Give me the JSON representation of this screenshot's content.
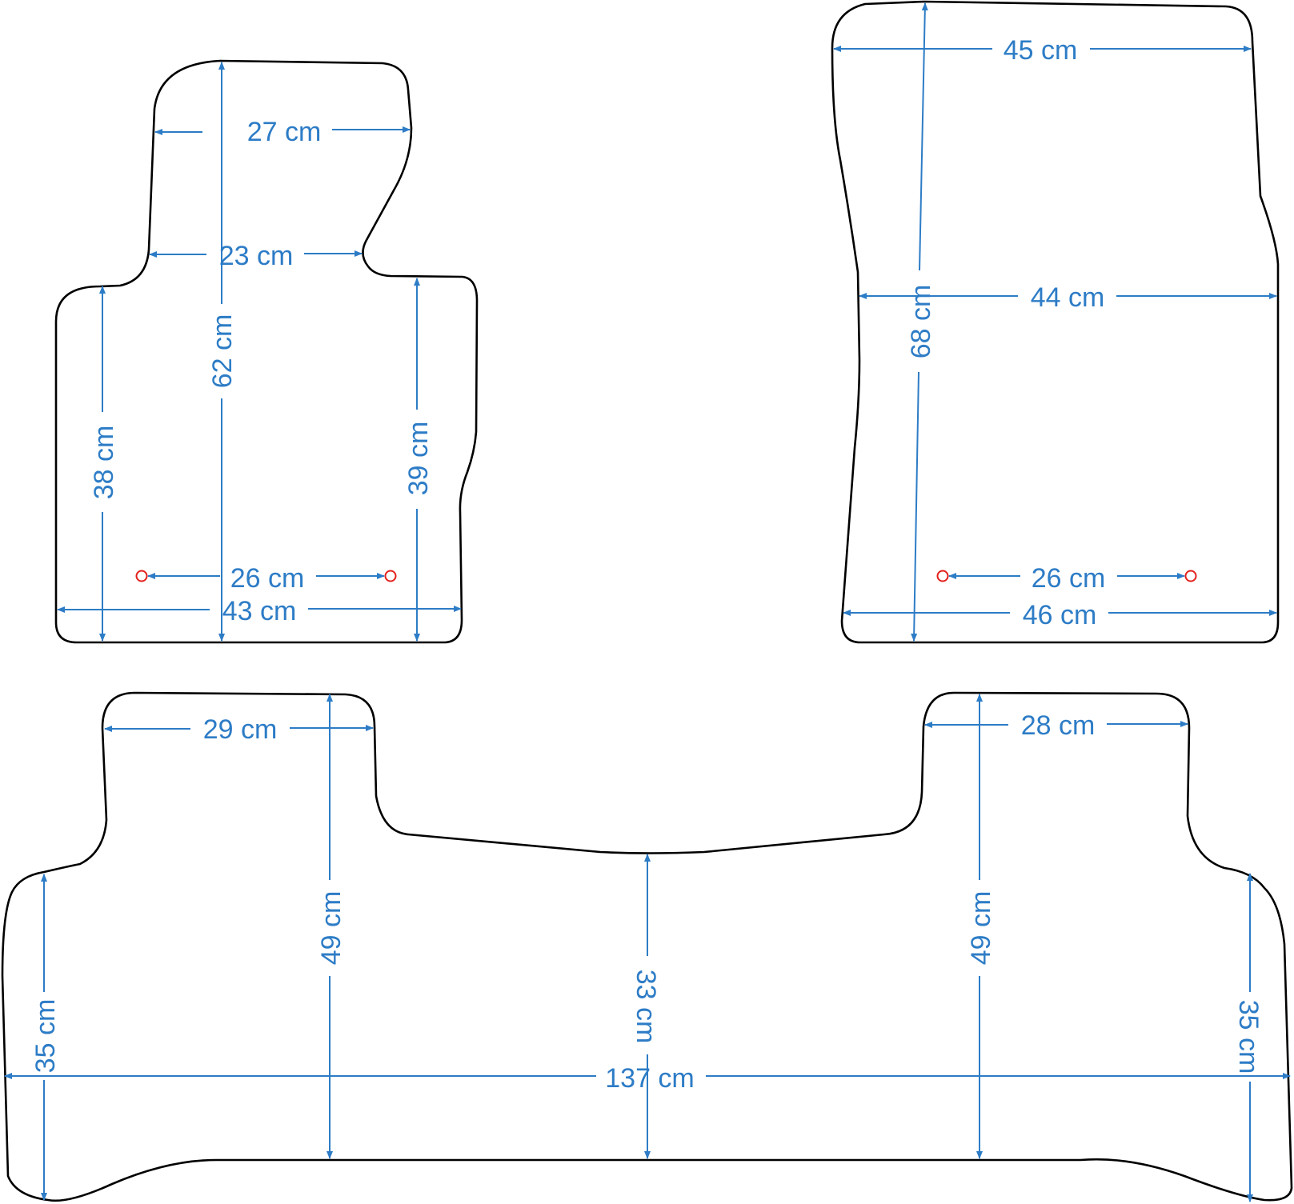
{
  "colors": {
    "outline": "#000000",
    "dimension": "#2d7cc6",
    "marker": "#e3201b"
  },
  "front_left_mat": {
    "top_width": "27 cm",
    "waist_width": "23 cm",
    "total_height": "62 cm",
    "left_height": "38 cm",
    "right_height": "39 cm",
    "clip_spacing": "26 cm",
    "bottom_width": "43 cm"
  },
  "front_right_mat": {
    "top_width": "45 cm",
    "middle_width": "44 cm",
    "total_height": "68 cm",
    "clip_spacing": "26 cm",
    "bottom_width": "46 cm"
  },
  "rear_mat": {
    "left_tab_width": "29 cm",
    "right_tab_width": "28 cm",
    "left_tab_height": "49 cm",
    "right_tab_height": "49 cm",
    "center_height": "33 cm",
    "left_edge_height": "35 cm",
    "right_edge_height": "35 cm",
    "total_width": "137 cm"
  }
}
